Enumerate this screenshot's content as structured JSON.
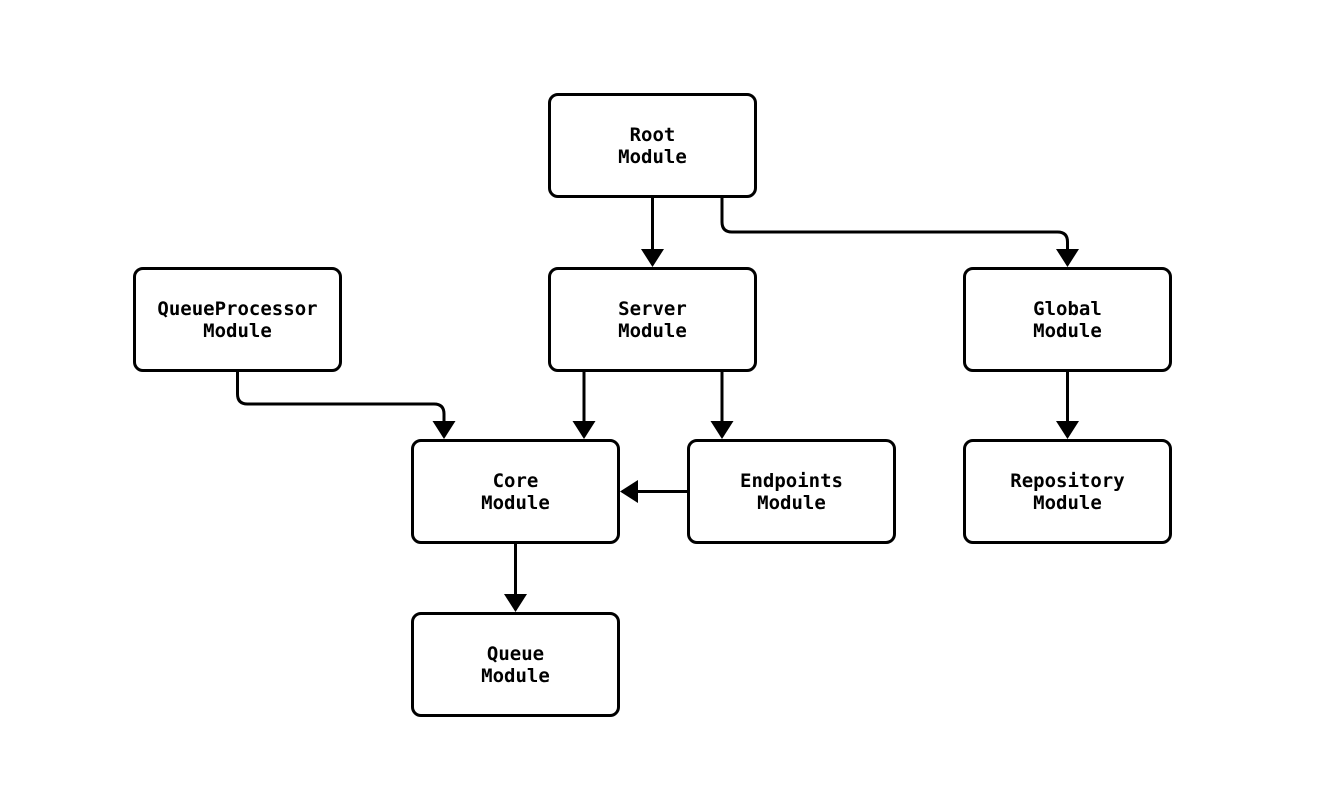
{
  "diagram": {
    "type": "flowchart",
    "colors": {
      "background": "#ffffff",
      "node_fill": "#ffffff",
      "stroke": "#000000",
      "text": "#000000"
    },
    "nodes": [
      {
        "id": "root",
        "label": "Root\nModule"
      },
      {
        "id": "queueprocessor",
        "label": "QueueProcessor\nModule"
      },
      {
        "id": "server",
        "label": "Server\nModule"
      },
      {
        "id": "global",
        "label": "Global\nModule"
      },
      {
        "id": "core",
        "label": "Core\nModule"
      },
      {
        "id": "endpoints",
        "label": "Endpoints\nModule"
      },
      {
        "id": "repository",
        "label": "Repository\nModule"
      },
      {
        "id": "queue",
        "label": "Queue\nModule"
      }
    ],
    "edges": [
      {
        "from": "root",
        "to": "server"
      },
      {
        "from": "root",
        "to": "global"
      },
      {
        "from": "queueprocessor",
        "to": "core"
      },
      {
        "from": "server",
        "to": "core"
      },
      {
        "from": "server",
        "to": "endpoints"
      },
      {
        "from": "endpoints",
        "to": "core"
      },
      {
        "from": "global",
        "to": "repository"
      },
      {
        "from": "core",
        "to": "queue"
      }
    ]
  }
}
